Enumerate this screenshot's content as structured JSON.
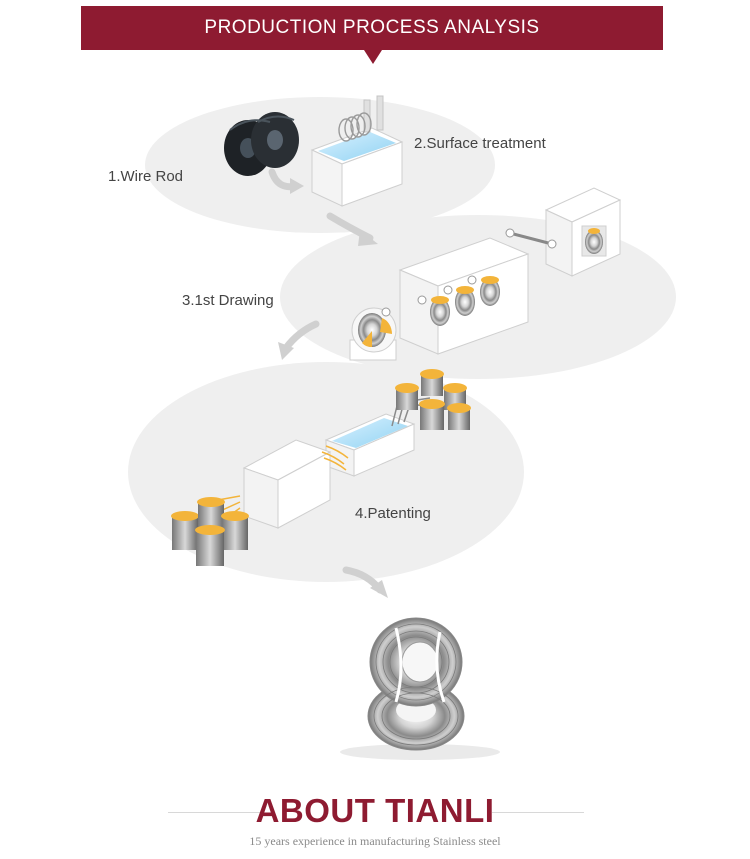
{
  "header": {
    "title": "PRODUCTION PROCESS ANALYSIS"
  },
  "steps": [
    {
      "label": "1.Wire Rod"
    },
    {
      "label": "2.Surface treatment"
    },
    {
      "label": "3.1st Drawing"
    },
    {
      "label": "4.Patenting"
    }
  ],
  "footer": {
    "title": "ABOUT TIANLI",
    "subtitle": "15 years experience in manufacturing Stainless steel"
  },
  "colors": {
    "brand": "#8e1b31",
    "bath": "#a8dcf5",
    "bobbin": "#f3b43a",
    "ellipse": "#efefef"
  }
}
